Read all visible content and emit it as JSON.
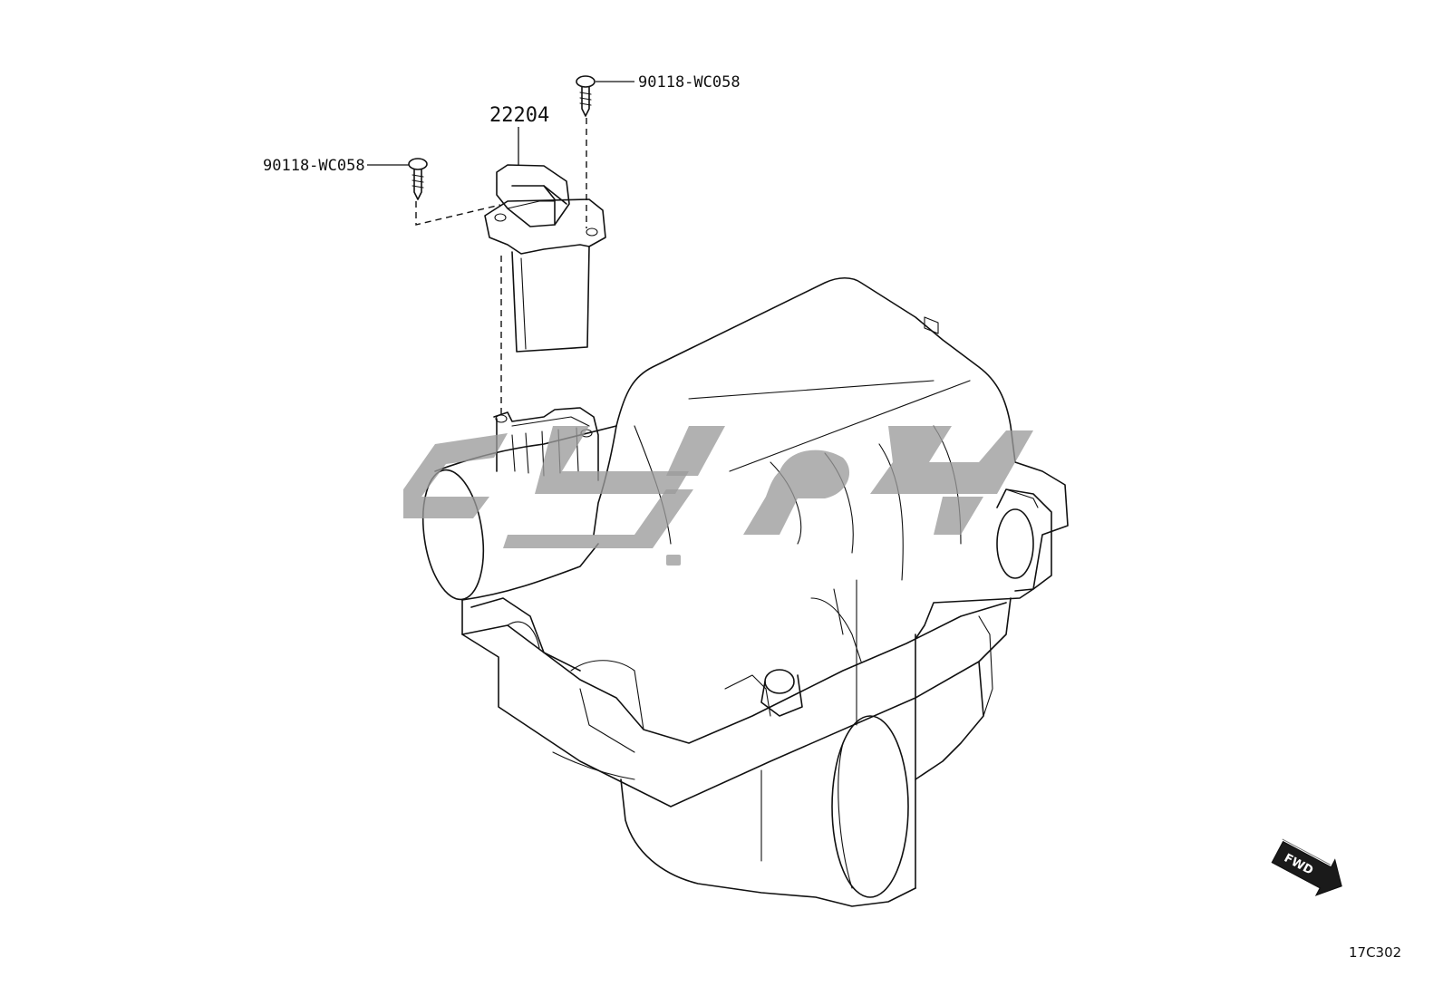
{
  "diagram": {
    "part_number_main": "22204",
    "screw_label_top": "90118-WC058",
    "screw_label_left": "90118-WC058",
    "fwd_label": "FWD",
    "illustration_code": "17C302"
  },
  "colors": {
    "line": "#111111",
    "watermark": "#9b9b9b",
    "fwd_badge": "#1a1a1a"
  },
  "icons": {
    "screw": "screw-icon",
    "sensor": "mass-air-flow-sensor",
    "fwd": "fwd-arrow-icon"
  }
}
